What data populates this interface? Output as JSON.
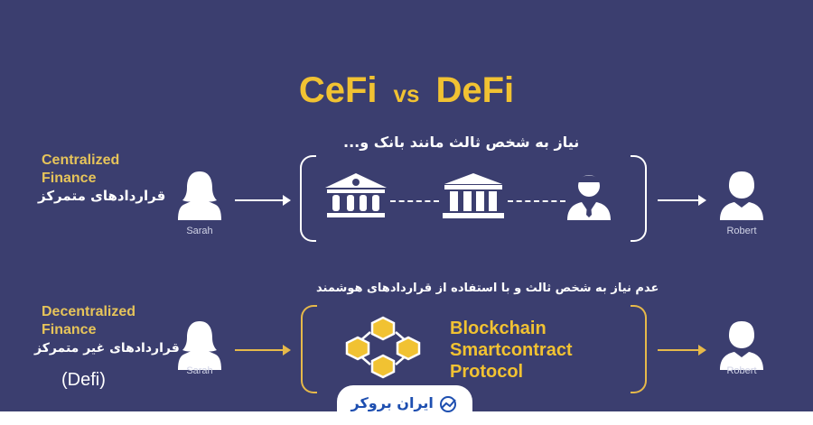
{
  "title": {
    "left": "CeFi",
    "vs": "vs",
    "right": "DeFi"
  },
  "cefi": {
    "label_en_1": "Centralized",
    "label_en_2": "Finance",
    "label_fa": "قراردادهای متمرکز",
    "caption": "نیاز به شخص ثالث مانند بانک و...",
    "sender": "Sarah",
    "receiver": "Robert",
    "line_color": "#ffffff"
  },
  "defi": {
    "label_en_1": "Decentralized",
    "label_en_2": "Finance",
    "label_fa": "قراردادهای غیر متمرکز",
    "label_abbr": "(Defi)",
    "caption": "عدم نیاز به شخص ثالث و با استفاده از قراردادهای هوشمند",
    "sender": "Sarah",
    "receiver": "Robert",
    "protocol": [
      "Blockchain",
      "Smartcontract",
      "Protocol"
    ],
    "line_color": "#e6b94a"
  },
  "logo": {
    "text": "ایران بروکر",
    "icon": "trend-chart-icon"
  },
  "colors": {
    "background": "#3b3e6f",
    "accent": "#f1c232"
  }
}
